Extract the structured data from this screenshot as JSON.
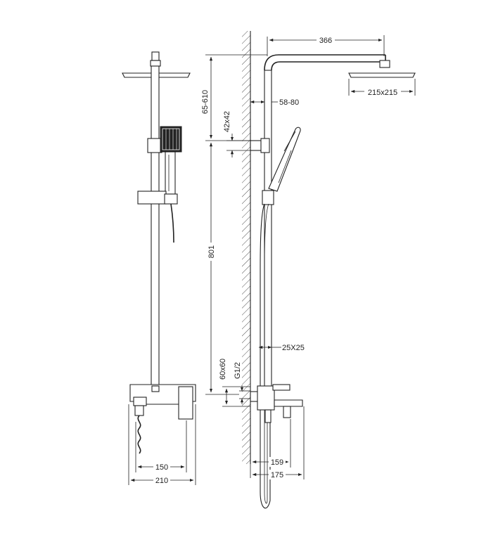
{
  "dimensions": {
    "arm_length": "366",
    "head_size_side": "215x215",
    "wall_offset": "58-80",
    "height_adjust": "65-610",
    "bracket_size": "42x42",
    "bar_height": "801",
    "tube_size": "25X25",
    "mixer_plate": "60x60",
    "thread": "G1/2",
    "spout_depth_159": "159",
    "spout_depth_175": "175",
    "front_150": "150",
    "front_210": "210"
  }
}
